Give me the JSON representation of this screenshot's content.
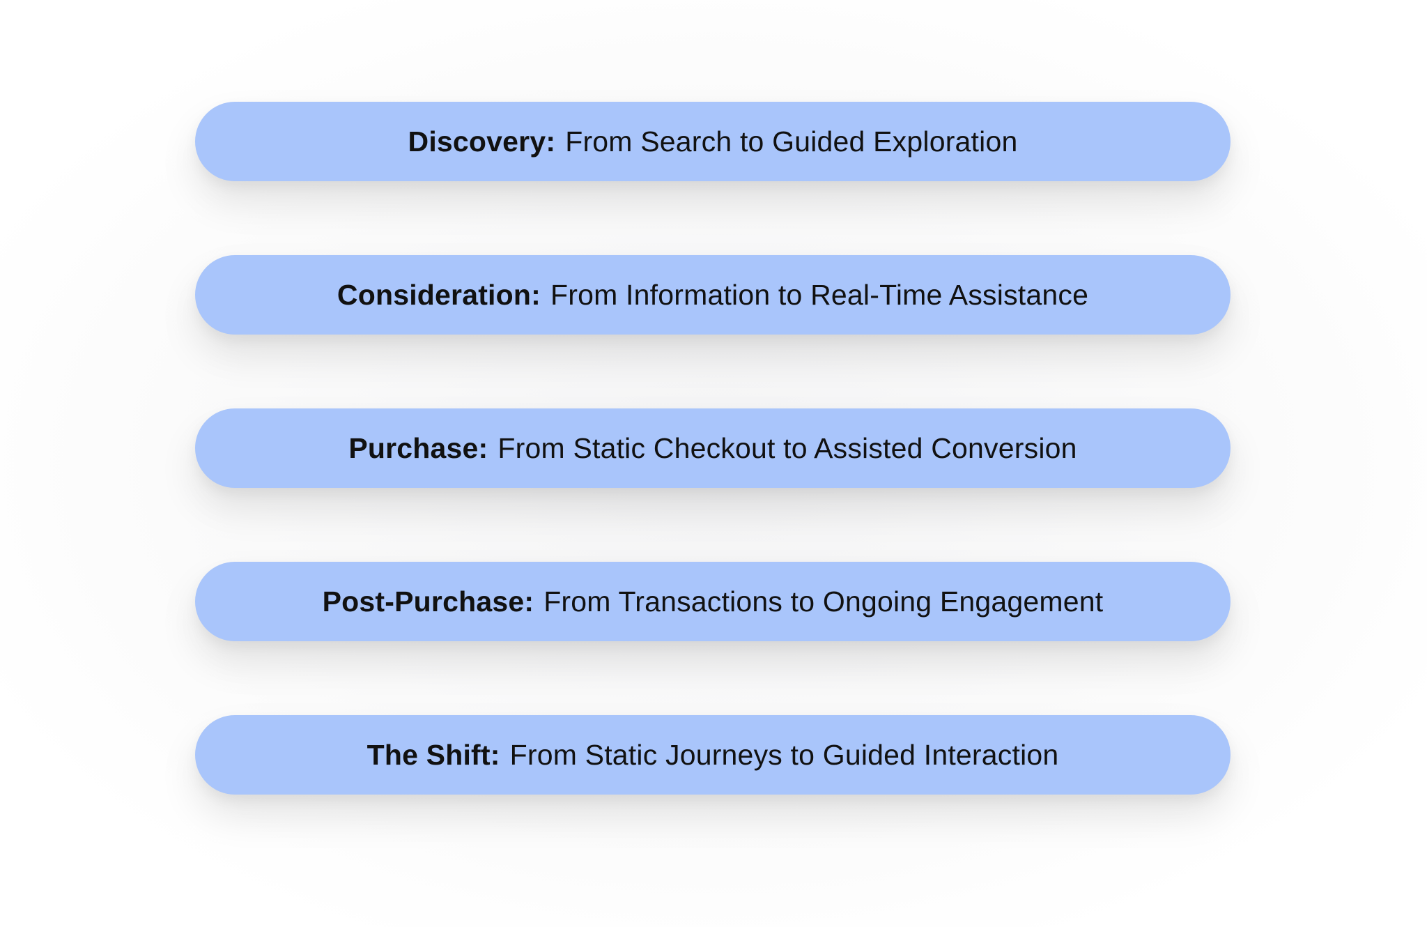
{
  "stages": [
    {
      "term": "Discovery",
      "separator": ":",
      "description": "From Search to Guided Exploration"
    },
    {
      "term": "Consideration",
      "separator": ":",
      "description": "From Information to Real-Time Assistance"
    },
    {
      "term": "Purchase",
      "separator": ":",
      "description": "From Static Checkout to Assisted Conversion"
    },
    {
      "term": "Post-Purchase",
      "separator": ":",
      "description": "From Transactions to Ongoing Engagement"
    },
    {
      "term": "The Shift",
      "separator": ":",
      "description": "From Static Journeys to Guided Interaction"
    }
  ],
  "colors": {
    "pill_fill": "#a9c5fb",
    "text": "#111111",
    "background": "#ffffff"
  }
}
